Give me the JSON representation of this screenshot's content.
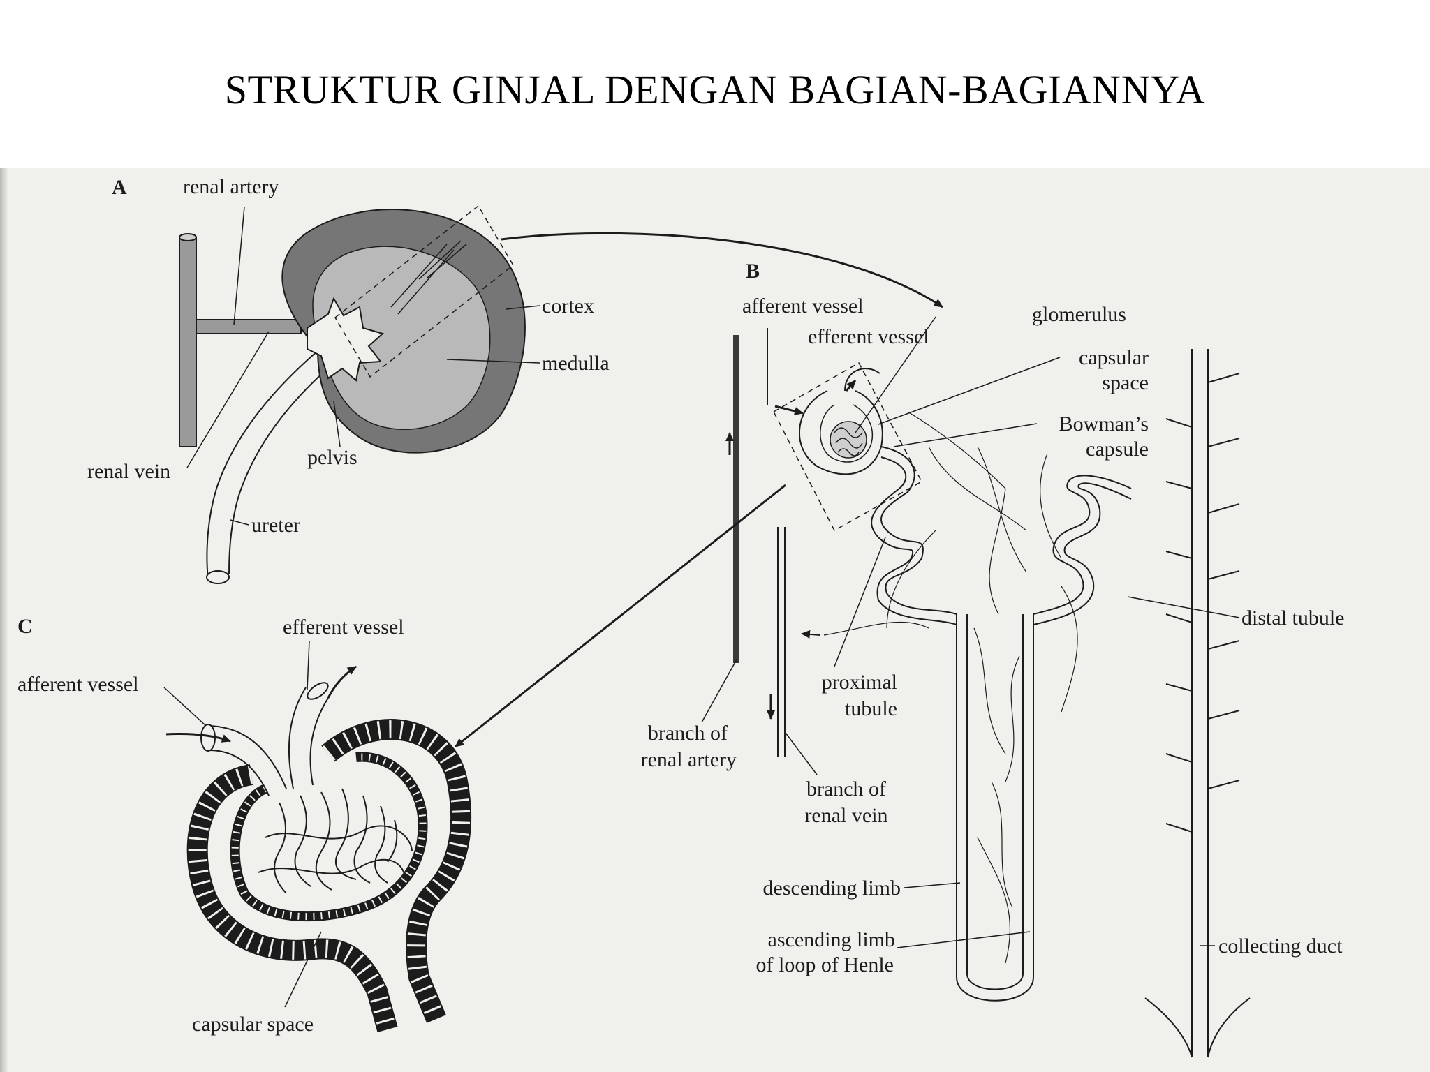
{
  "title": "STRUKTUR GINJAL DENGAN BAGIAN-BAGIANNYA",
  "colors": {
    "background": "#ffffff",
    "figure_paper": "#f0f0ed",
    "ink": "#1c1c1c",
    "cortex": "#747474",
    "medulla": "#b9b9b9"
  },
  "panels": {
    "a": {
      "letter": "A",
      "labels": {
        "renal_artery": "renal artery",
        "cortex": "cortex",
        "medulla": "medulla",
        "pelvis": "pelvis",
        "renal_vein": "renal vein",
        "ureter": "ureter"
      }
    },
    "b": {
      "letter": "B",
      "labels": {
        "afferent_vessel": "afferent vessel",
        "efferent_vessel": "efferent vessel",
        "glomerulus": "glomerulus",
        "capsular_space_1": "capsular",
        "capsular_space_2": "space",
        "bowmans_capsule_1": "Bowman’s",
        "bowmans_capsule_2": "capsule",
        "distal_tubule": "distal tubule",
        "proximal_tubule_1": "proximal",
        "proximal_tubule_2": "tubule",
        "branch_renal_artery_1": "branch of",
        "branch_renal_artery_2": "renal artery",
        "branch_renal_vein_1": "branch of",
        "branch_renal_vein_2": "renal vein",
        "descending_limb": "descending limb",
        "ascending_limb_1": "ascending limb",
        "ascending_limb_2": "of loop of Henle",
        "collecting_duct": "collecting duct"
      }
    },
    "c": {
      "letter": "C",
      "labels": {
        "efferent_vessel": "efferent vessel",
        "afferent_vessel": "afferent vessel",
        "capsular_space": "capsular space"
      }
    }
  }
}
